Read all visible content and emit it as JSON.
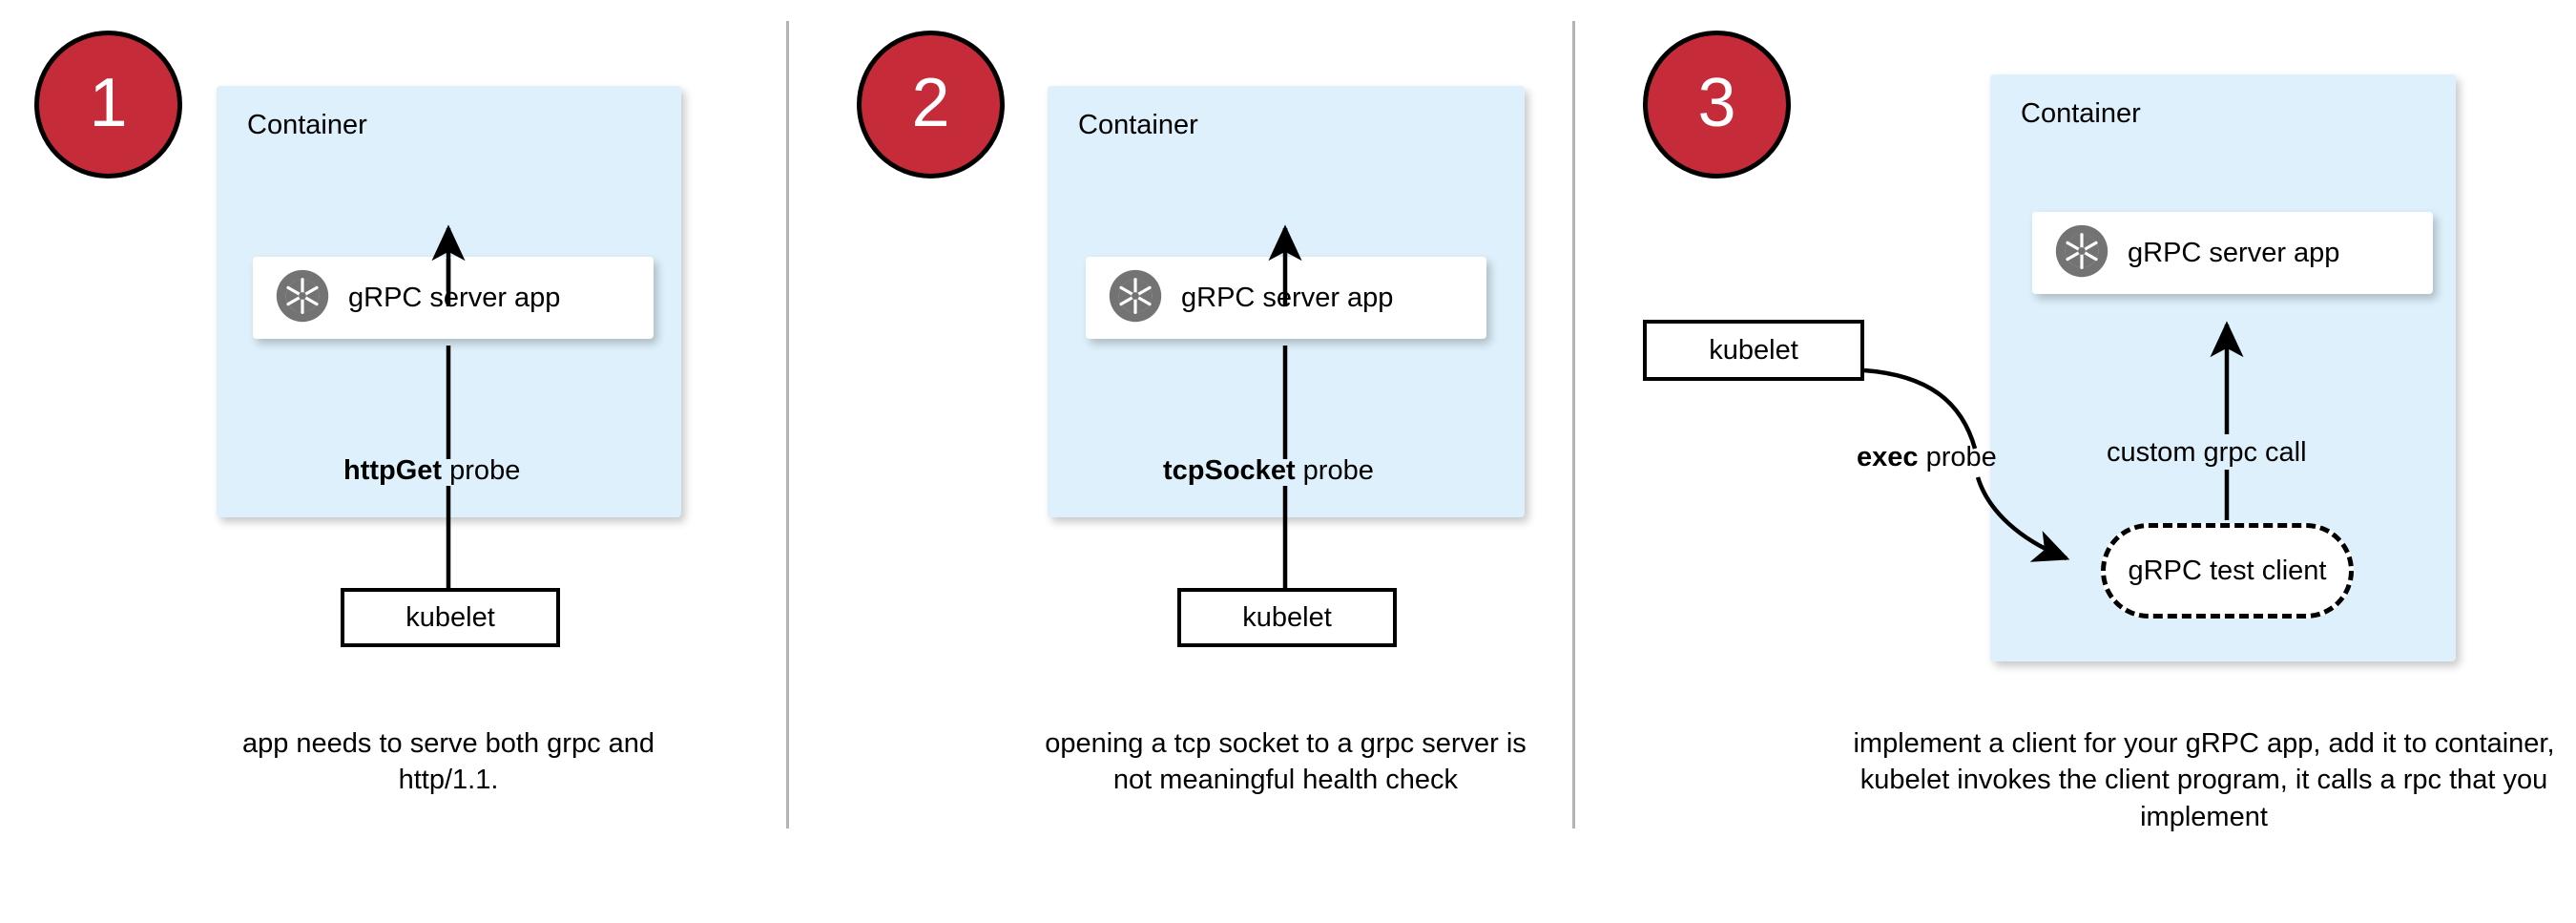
{
  "colors": {
    "badge_fill": "#c62b39",
    "badge_border": "#000000",
    "badge_text": "#ffffff",
    "container_fill": "#ddf0fb",
    "card_fill": "#ffffff",
    "stroke": "#000000",
    "divider": "#b3b3b3",
    "icon_gray": "#737373",
    "page_background": "#ffffff"
  },
  "panels": [
    {
      "badge": "1",
      "container_label": "Container",
      "app_label": "gRPC server app",
      "app_icon": "grpc-aperture-icon",
      "probe_bold": "httpGet",
      "probe_rest": " probe",
      "kubelet_label": "kubelet",
      "caption": "app needs to serve both grpc and http/1.1."
    },
    {
      "badge": "2",
      "container_label": "Container",
      "app_label": "gRPC server app",
      "app_icon": "grpc-aperture-icon",
      "probe_bold": "tcpSocket",
      "probe_rest": " probe",
      "kubelet_label": "kubelet",
      "caption": "opening a tcp socket to a grpc server is not meaningful health check"
    },
    {
      "badge": "3",
      "container_label": "Container",
      "app_label": "gRPC server app",
      "app_icon": "grpc-aperture-icon",
      "probe_bold": "exec",
      "probe_rest": " probe",
      "kubelet_label": "kubelet",
      "call_label": "custom grpc call",
      "test_client_label": "gRPC test client",
      "caption": "implement a client for your gRPC app, add it to container, kubelet invokes the client program, it calls a rpc that you implement"
    }
  ]
}
